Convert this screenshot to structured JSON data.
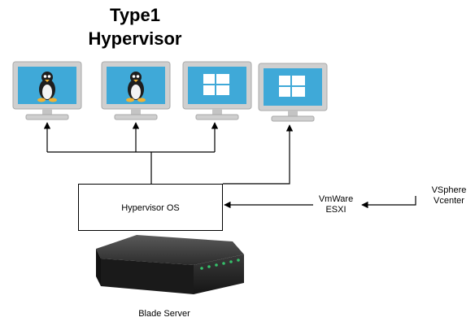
{
  "diagram": {
    "title_line1": "Type1",
    "title_line2": "Hypervisor",
    "hypervisor_os_label": "Hypervisor OS",
    "vmware_label_line1": "VmWare",
    "vmware_label_line2": "ESXI",
    "vsphere_label_line1": "VSphere",
    "vsphere_label_line2": "Vcenter",
    "blade_server_label": "Blade Server",
    "monitors": [
      {
        "os": "linux",
        "icon": "linux-penguin-icon"
      },
      {
        "os": "linux",
        "icon": "linux-penguin-icon"
      },
      {
        "os": "windows",
        "icon": "windows-logo-icon"
      },
      {
        "os": "windows",
        "icon": "windows-logo-icon"
      }
    ],
    "colors": {
      "monitor_frame": "#cfcfcf",
      "monitor_screen": "#3fa9d8",
      "windows_logo": "#ffffff",
      "server_body": "#2a2a2a",
      "server_led": "#35c06a",
      "line": "#000000"
    }
  }
}
